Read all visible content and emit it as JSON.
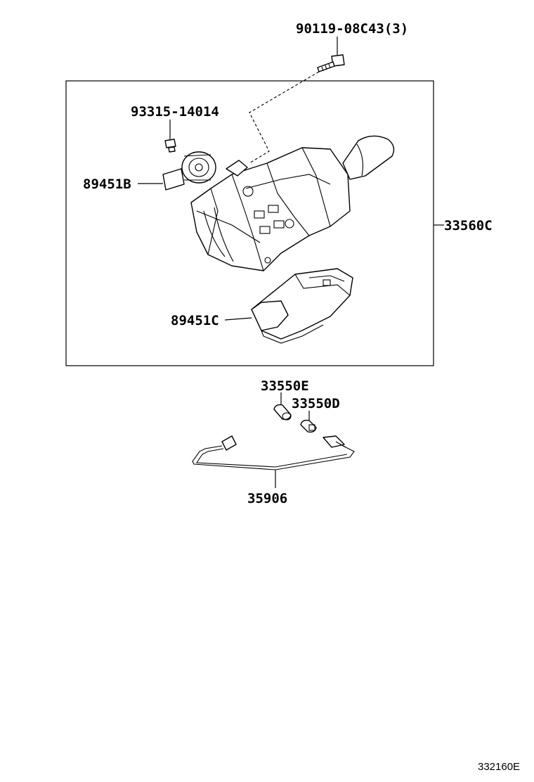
{
  "diagram": {
    "figure_number": "332160E",
    "parts": [
      {
        "id": "bolt",
        "part_number": "90119-08C43(3)"
      },
      {
        "id": "screw",
        "part_number": "93315-14014"
      },
      {
        "id": "sensor-b",
        "part_number": "89451B"
      },
      {
        "id": "shift-lever-assembly",
        "part_number": "33560C"
      },
      {
        "id": "sensor-c",
        "part_number": "89451C"
      },
      {
        "id": "bulb-e",
        "part_number": "33550E"
      },
      {
        "id": "bulb-d",
        "part_number": "33550D"
      },
      {
        "id": "wire-harness",
        "part_number": "35906"
      }
    ]
  }
}
